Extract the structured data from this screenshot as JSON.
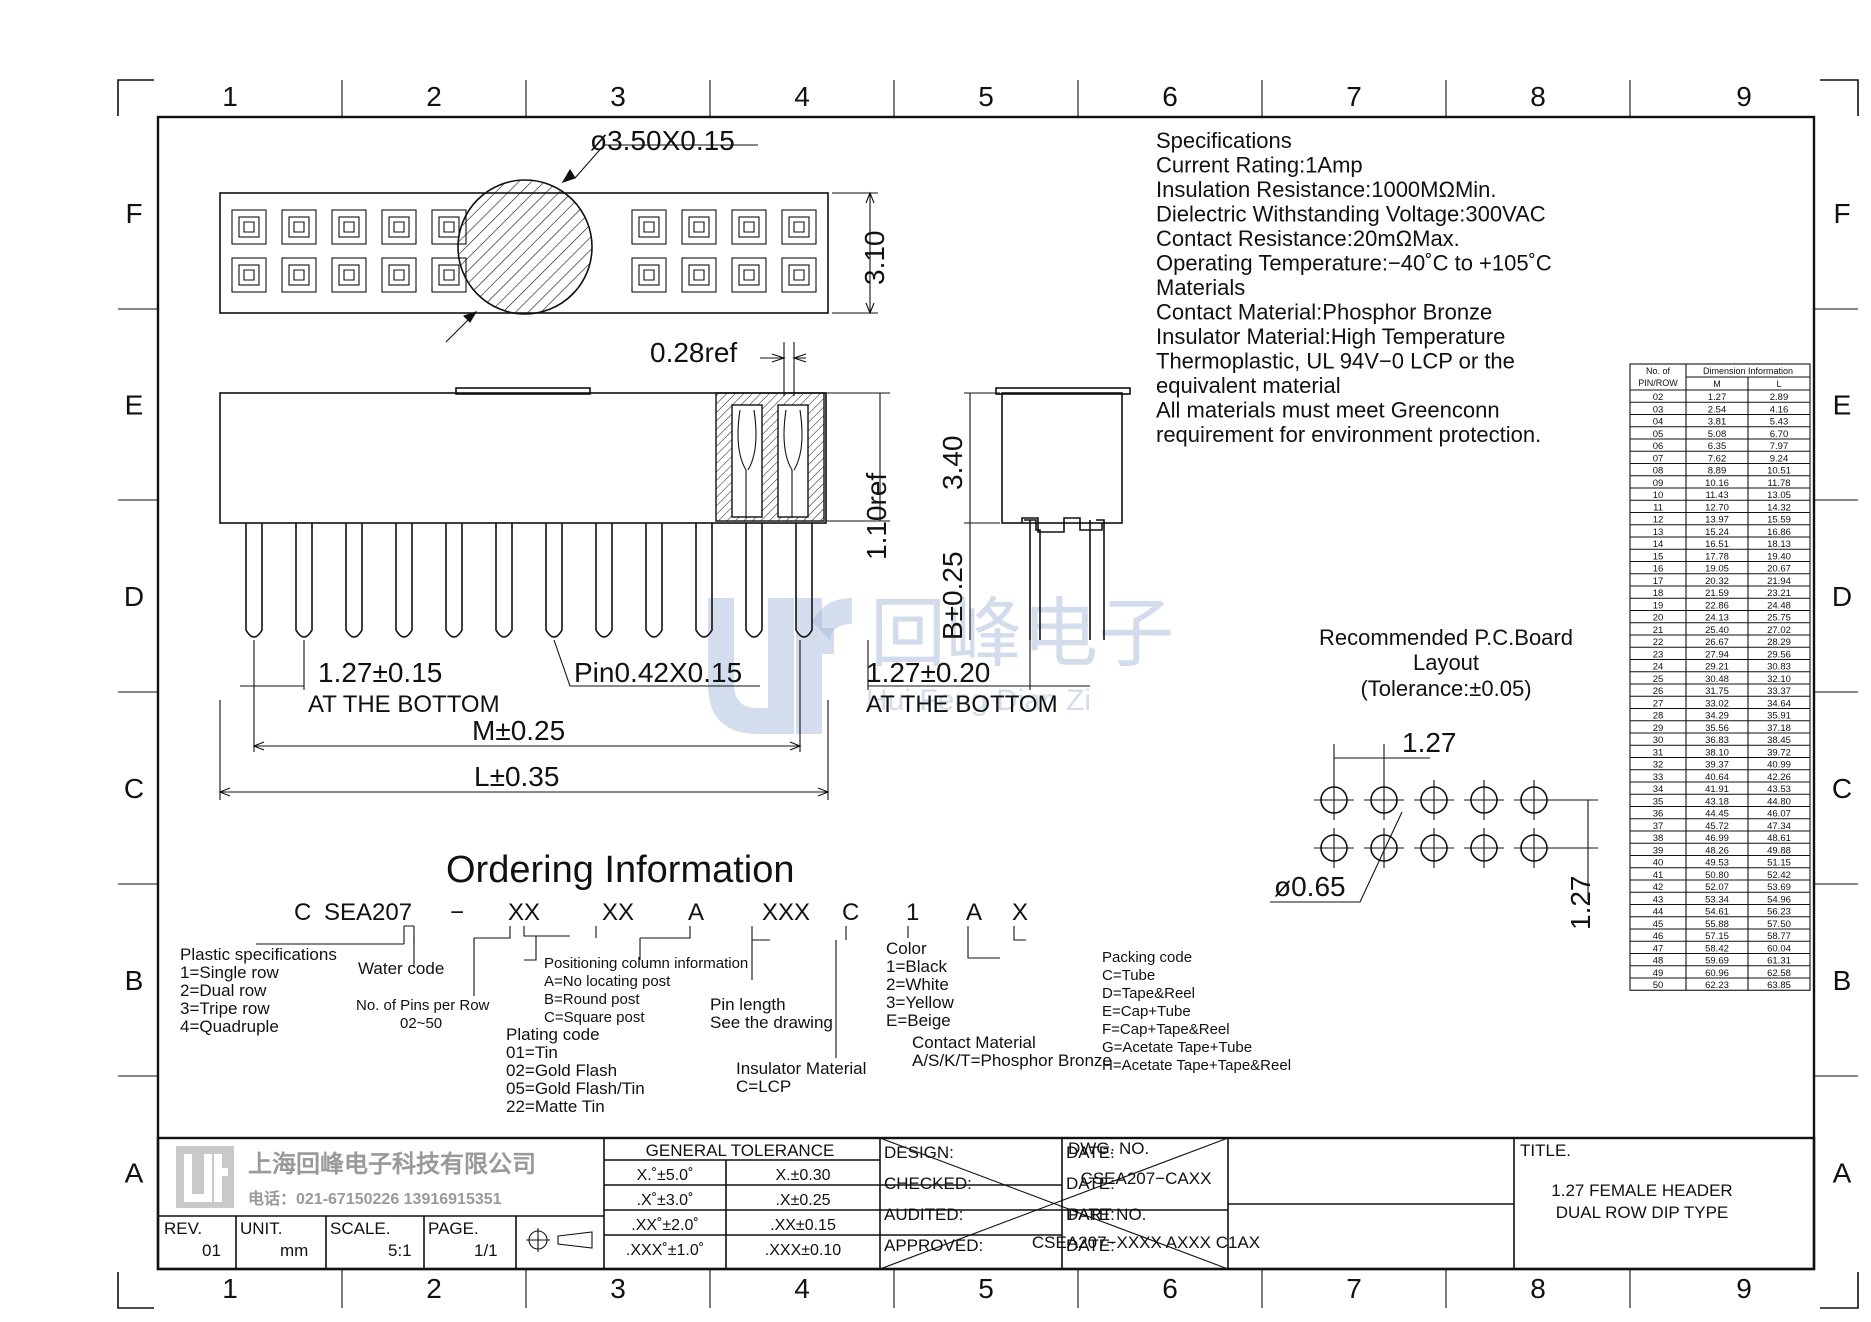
{
  "frame": {
    "columns": [
      "1",
      "2",
      "3",
      "4",
      "5",
      "6",
      "7",
      "8",
      "9"
    ],
    "rows": [
      "F",
      "E",
      "D",
      "C",
      "B",
      "A"
    ]
  },
  "dims": {
    "hole": "ø3.50X0.15",
    "height": "3.10",
    "ref028": "0.28ref",
    "ref110": "1.10ref",
    "h340": "3.40",
    "b025": "B±0.25",
    "pitch1": "1.27±0.15",
    "bottom1": "AT THE BOTTOM",
    "pin": "Pin0.42X0.15",
    "pitch2": "1.27±0.20",
    "bottom2": "AT THE BOTTOM",
    "m": "M±0.25",
    "l": "L±0.35"
  },
  "specifications": [
    "Specifications",
    "Current  Rating:1Amp",
    "Insulation  Resistance:1000MΩMin.",
    "Dielectric  Withstanding  Voltage:300VAC",
    "Contact  Resistance:20mΩMax.",
    "Operating  Temperature:−40˚C  to  +105˚C",
    "Materials",
    "Contact  Material:Phosphor  Bronze",
    "Insulator  Material:High  Temperature",
    "Thermoplastic,  UL  94V−0  LCP  or  the",
    "equivalent  material",
    "All  materials  must  meet  Greenconn",
    "requirement  for  environment  protection."
  ],
  "dim_table": {
    "headers": [
      "No. of PIN/ROW",
      "Dimension  Information",
      "M",
      "L"
    ],
    "rows": [
      [
        "02",
        "1.27",
        "2.89"
      ],
      [
        "03",
        "2.54",
        "4.16"
      ],
      [
        "04",
        "3.81",
        "5.43"
      ],
      [
        "05",
        "5.08",
        "6.70"
      ],
      [
        "06",
        "6.35",
        "7.97"
      ],
      [
        "07",
        "7.62",
        "9.24"
      ],
      [
        "08",
        "8.89",
        "10.51"
      ],
      [
        "09",
        "10.16",
        "11.78"
      ],
      [
        "10",
        "11.43",
        "13.05"
      ],
      [
        "11",
        "12.70",
        "14.32"
      ],
      [
        "12",
        "13.97",
        "15.59"
      ],
      [
        "13",
        "15.24",
        "16.86"
      ],
      [
        "14",
        "16.51",
        "18.13"
      ],
      [
        "15",
        "17.78",
        "19.40"
      ],
      [
        "16",
        "19.05",
        "20.67"
      ],
      [
        "17",
        "20.32",
        "21.94"
      ],
      [
        "18",
        "21.59",
        "23.21"
      ],
      [
        "19",
        "22.86",
        "24.48"
      ],
      [
        "20",
        "24.13",
        "25.75"
      ],
      [
        "21",
        "25.40",
        "27.02"
      ],
      [
        "22",
        "26.67",
        "28.29"
      ],
      [
        "23",
        "27.94",
        "29.56"
      ],
      [
        "24",
        "29.21",
        "30.83"
      ],
      [
        "25",
        "30.48",
        "32.10"
      ],
      [
        "26",
        "31.75",
        "33.37"
      ],
      [
        "27",
        "33.02",
        "34.64"
      ],
      [
        "28",
        "34.29",
        "35.91"
      ],
      [
        "29",
        "35.56",
        "37.18"
      ],
      [
        "30",
        "36.83",
        "38.45"
      ],
      [
        "31",
        "38.10",
        "39.72"
      ],
      [
        "32",
        "39.37",
        "40.99"
      ],
      [
        "33",
        "40.64",
        "42.26"
      ],
      [
        "34",
        "41.91",
        "43.53"
      ],
      [
        "35",
        "43.18",
        "44.80"
      ],
      [
        "36",
        "44.45",
        "46.07"
      ],
      [
        "37",
        "45.72",
        "47.34"
      ],
      [
        "38",
        "46.99",
        "48.61"
      ],
      [
        "39",
        "48.26",
        "49.88"
      ],
      [
        "40",
        "49.53",
        "51.15"
      ],
      [
        "41",
        "50.80",
        "52.42"
      ],
      [
        "42",
        "52.07",
        "53.69"
      ],
      [
        "43",
        "53.34",
        "54.96"
      ],
      [
        "44",
        "54.61",
        "56.23"
      ],
      [
        "45",
        "55.88",
        "57.50"
      ],
      [
        "46",
        "57.15",
        "58.77"
      ],
      [
        "47",
        "58.42",
        "60.04"
      ],
      [
        "48",
        "59.69",
        "61.31"
      ],
      [
        "49",
        "60.96",
        "62.58"
      ],
      [
        "50",
        "62.23",
        "63.85"
      ]
    ]
  },
  "pcb": {
    "title": [
      "Recommended  P.C.Board",
      "Layout",
      "(Tolerance:±0.05)"
    ],
    "pitch_x": "1.27",
    "pitch_y": "1.27",
    "hole": "ø0.65"
  },
  "ordering": {
    "title": "Ordering  Information",
    "code": [
      "C",
      "SEA207",
      "−",
      "XX",
      "XX",
      "A",
      "XXX",
      "C",
      "1",
      "A",
      "X"
    ],
    "plastic": [
      "Plastic  specifications",
      "1=Single  row",
      "2=Dual  row",
      "3=Tripe  row",
      "4=Quadruple"
    ],
    "water": "Water  code",
    "pins": [
      "No.  of  Pins  per  Row",
      "02~50"
    ],
    "plating": [
      "Plating  code",
      "01=Tin",
      "02=Gold  Flash",
      "05=Gold  Flash/Tin",
      "22=Matte  Tin"
    ],
    "positioning": [
      "Positioning  column  information",
      "A=No  locating  post",
      "B=Round  post",
      "C=Square  post"
    ],
    "pinlength": [
      "Pin  length",
      "See  the  drawing"
    ],
    "insulator": [
      "Insulator  Material",
      "C=LCP"
    ],
    "color": [
      "Color",
      "1=Black",
      "2=White",
      "3=Yellow",
      "E=Beige"
    ],
    "contact": [
      "Contact  Material",
      "A/S/K/T=Phosphor  Bronze"
    ],
    "packing": [
      "Packing  code",
      "C=Tube",
      "D=Tape&Reel",
      "E=Cap+Tube",
      "F=Cap+Tape&Reel",
      "G=Acetate  Tape+Tube",
      "H=Acetate  Tape+Tape&Reel"
    ]
  },
  "watermark": {
    "cn": "回峰电子",
    "py": "Hui Feng Dian Zi"
  },
  "titleblock": {
    "company": "上海回峰电子科技有限公司",
    "phone": "电话：021-67150226  13916915351",
    "rev_label": "REV.",
    "rev": "01",
    "unit_label": "UNIT.",
    "unit": "mm",
    "scale_label": "SCALE.",
    "scale": "5:1",
    "page_label": "PAGE.",
    "page": "1/1",
    "tolerance_title": "GENERAL  TOLERANCE",
    "tolerance": [
      [
        "X.˚±5.0˚",
        "X.±0.30"
      ],
      [
        ".X˚±3.0˚",
        ".X±0.25"
      ],
      [
        ".XX˚±2.0˚",
        ".XX±0.15"
      ],
      [
        ".XXX˚±1.0˚",
        ".XXX±0.10"
      ]
    ],
    "sign": [
      [
        "DESIGN:",
        "DATE:"
      ],
      [
        "CHECKED:",
        "DATE:"
      ],
      [
        "AUDITED:",
        "DATE:"
      ],
      [
        "APPROVED:",
        "DATE:"
      ]
    ],
    "dwg_label": "DWG.  NO.",
    "dwg": "CSEA207−CAXX",
    "part_label": "PART  NO.",
    "part": "CSEA207−XXXX  AXXX  C1AX",
    "title_label": "TITLE.",
    "title": [
      "1.27  FEMALE  HEADER",
      "DUAL  ROW  DIP  TYPE"
    ]
  }
}
